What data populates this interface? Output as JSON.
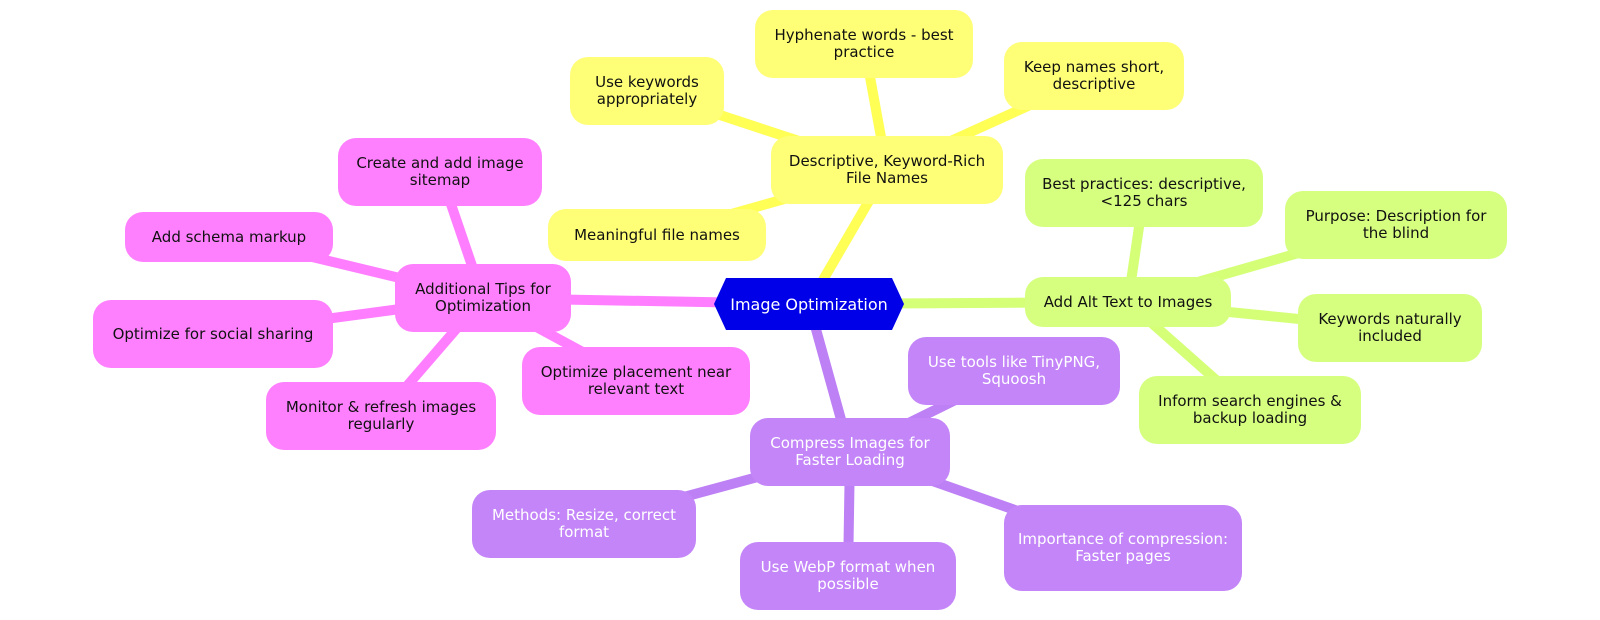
{
  "mindmap": {
    "root": {
      "label": "Image Optimization"
    },
    "yellow": {
      "color": "#ffff77",
      "edge_color": "#ffff55",
      "main": {
        "label": "Descriptive, Keyword-Rich File Names"
      },
      "children": [
        {
          "label": "Hyphenate words - best practice"
        },
        {
          "label": "Use keywords appropriately"
        },
        {
          "label": "Keep names short, descriptive"
        },
        {
          "label": "Meaningful file names"
        }
      ]
    },
    "green": {
      "color": "#d6ff80",
      "edge_color": "#d4ff77",
      "main": {
        "label": "Add Alt Text to Images"
      },
      "children": [
        {
          "label": "Best practices: descriptive, <125 chars"
        },
        {
          "label": "Purpose: Description for the blind"
        },
        {
          "label": "Keywords naturally included"
        },
        {
          "label": "Inform search engines & backup loading"
        }
      ]
    },
    "purple": {
      "color": "#c385f8",
      "edge_color": "#bd80f5",
      "main": {
        "label": "Compress Images for Faster Loading"
      },
      "children": [
        {
          "label": "Use tools like TinyPNG, Squoosh"
        },
        {
          "label": "Methods: Resize, correct format"
        },
        {
          "label": "Use WebP format when possible"
        },
        {
          "label": "Importance of compression: Faster pages"
        }
      ]
    },
    "pink": {
      "color": "#ff80ff",
      "edge_color": "#ff7dff",
      "main": {
        "label": "Additional Tips for Optimization"
      },
      "children": [
        {
          "label": "Create and add image sitemap"
        },
        {
          "label": "Add schema markup"
        },
        {
          "label": "Optimize for social sharing"
        },
        {
          "label": "Monitor & refresh images regularly"
        },
        {
          "label": "Optimize placement near relevant text"
        }
      ]
    }
  }
}
